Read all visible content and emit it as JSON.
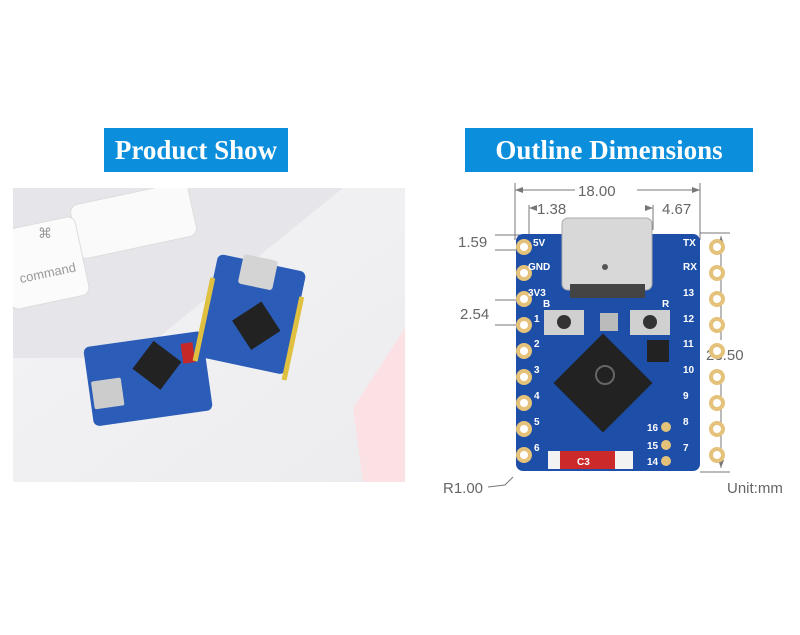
{
  "left_panel": {
    "title": "Product Show",
    "keyboard_key_label": "command"
  },
  "right_panel": {
    "title": "Outline Dimensions",
    "dimensions": {
      "width": "18.00",
      "left_offset": "1.38",
      "right_offset": "4.67",
      "top_offset": "1.59",
      "pin_pitch": "2.54",
      "height": "23.50",
      "corner_radius": "R1.00",
      "unit": "Unit:mm"
    },
    "board": {
      "chip_label": "C3",
      "left_pins": [
        "5V",
        "GND",
        "3V3",
        "1",
        "2",
        "3",
        "4",
        "5",
        "6"
      ],
      "right_pins": [
        "TX",
        "RX",
        "13",
        "12",
        "11",
        "10",
        "9",
        "8",
        "7"
      ],
      "middle_pins": [
        "16",
        "15",
        "14"
      ],
      "button_labels": [
        "B",
        "R"
      ]
    }
  },
  "colors": {
    "header_bg": "#0b8fdc",
    "pcb": "#1d4fa8",
    "pad": "#e4c27a"
  }
}
